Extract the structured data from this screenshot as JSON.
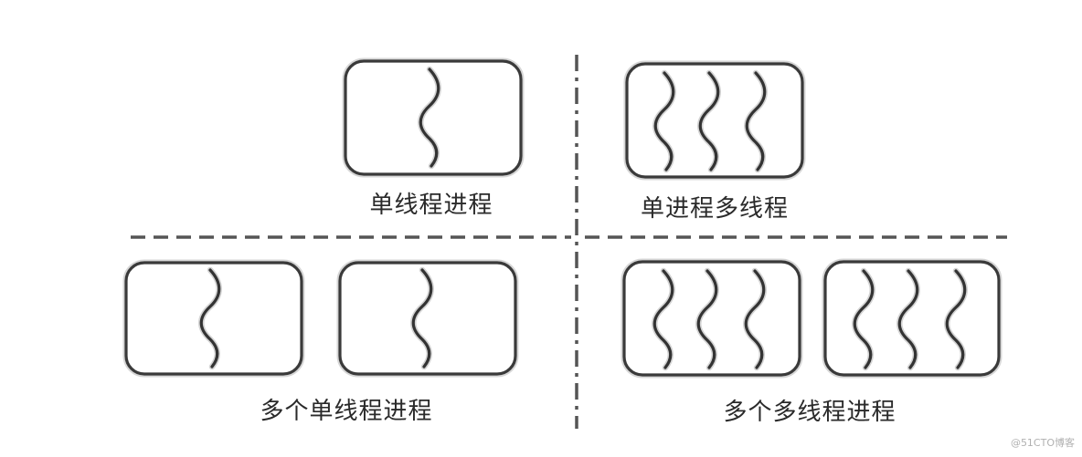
{
  "quadrants": {
    "top_left": {
      "label": "单线程进程",
      "processes": 1,
      "threads_per_process": 1
    },
    "top_right": {
      "label": "单进程多线程",
      "processes": 1,
      "threads_per_process": 3
    },
    "bottom_left": {
      "label": "多个单线程进程",
      "processes": 2,
      "threads_per_process": 1
    },
    "bottom_right": {
      "label": "多个多线程进程",
      "processes": 2,
      "threads_per_process": 3
    }
  },
  "watermark": "@51CTO博客",
  "colors": {
    "stroke": "#3a3a3a",
    "divider": "#555555",
    "text": "#2a2a2a"
  }
}
